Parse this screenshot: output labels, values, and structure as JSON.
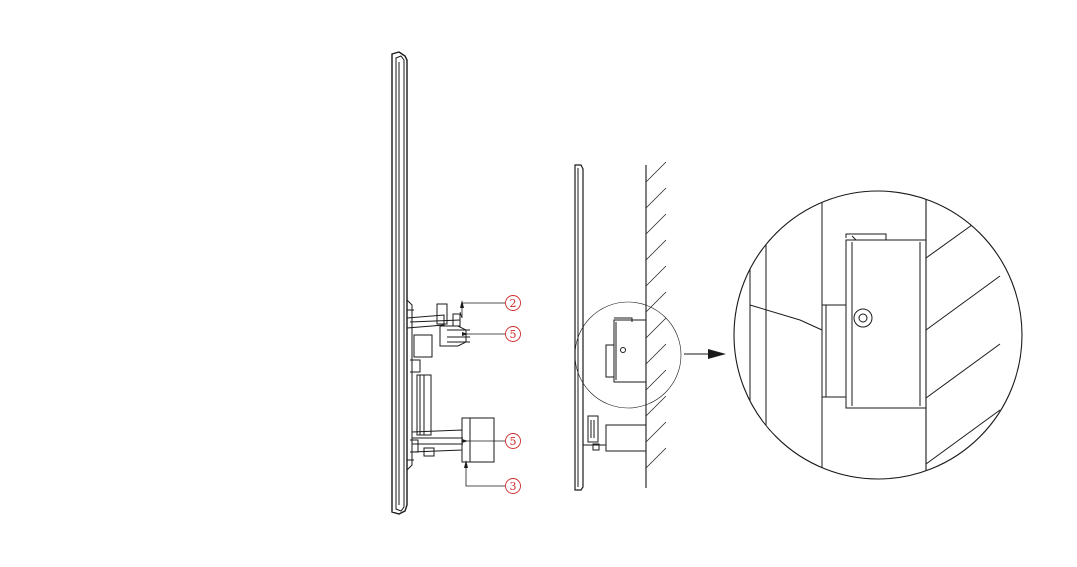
{
  "diagram": {
    "callouts": [
      {
        "id": "c2a",
        "label": "2"
      },
      {
        "id": "c5a",
        "label": "5"
      },
      {
        "id": "c5b",
        "label": "5"
      },
      {
        "id": "c3a",
        "label": "3"
      }
    ],
    "colors": {
      "line": "#1a1a1a",
      "callout": "#d02a2a",
      "background": "#ffffff"
    }
  }
}
